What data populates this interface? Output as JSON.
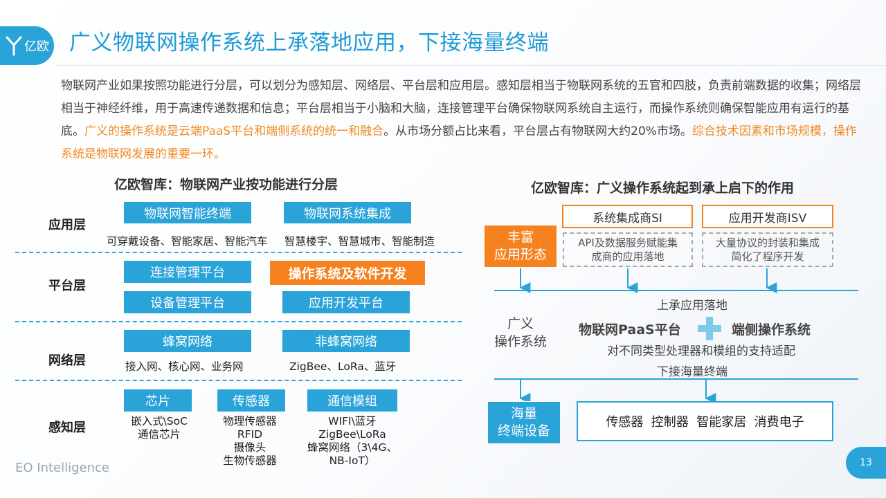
{
  "header": {
    "logo_text": "亿欧",
    "title": "广义物联网操作系统上承落地应用，下接海量终端"
  },
  "intro": {
    "part1": "物联网产业如果按照功能进行分层，可以划分为感知层、网络层、平台层和应用层。感知层相当于物联网系统的五官和四肢，负责前端数据的收集；网络层相当于神经纤维，用于高速传递数据和信息；平台层相当于小脑和大脑，连接管理平台确保物联网系统自主运行，而操作系统则确保智能应用有运行的基底。",
    "highlight1": "广义的操作系统是云端PaaS平台和端侧系统的统一和融合",
    "part2": "。从市场分额占比来看，平台层占有物联网大约20%市场。",
    "highlight2": "综合技术因素和市场规模，操作系统是物联网发展的重要一环。"
  },
  "left_diagram": {
    "title": "亿欧智库：物联网产业按功能进行分层",
    "layers": {
      "app": {
        "label": "应用层",
        "box1": "物联网智能终端",
        "box2": "物联网系统集成",
        "sub1": "可穿戴设备、智能家居、智能汽车",
        "sub2": "智慧楼宇、智慧城市、智能制造"
      },
      "platform": {
        "label": "平台层",
        "box1": "连接管理平台",
        "box2": "操作系统及软件开发",
        "box3": "设备管理平台",
        "box4": "应用开发平台"
      },
      "network": {
        "label": "网络层",
        "box1": "蜂窝网络",
        "box2": "非蜂窝网络",
        "sub1": "接入网、核心网、业务网",
        "sub2": "ZigBee、LoRa、蓝牙"
      },
      "perception": {
        "label": "感知层",
        "box1": "芯片",
        "box2": "传感器",
        "box3": "通信模组",
        "sub1": [
          "嵌入式\\SoC",
          "通信芯片"
        ],
        "sub2": [
          "物理传感器",
          "RFID",
          "摄像头",
          "生物传感器"
        ],
        "sub3": [
          "WIFI\\蓝牙",
          "ZigBee\\LoRa",
          "蜂窝网络（3\\4G、",
          "NB-IoT）"
        ]
      }
    }
  },
  "right_diagram": {
    "title": "亿欧智库：广义操作系统起到承上启下的作用",
    "rich_apps": [
      "丰富",
      "应用形态"
    ],
    "si_box": "系统集成商SI",
    "isv_box": "应用开发商ISV",
    "si_desc": [
      "API及数据服务赋能集",
      "成商的应用落地"
    ],
    "isv_desc": [
      "大量协议的封装和集成",
      "简化了程序开发"
    ],
    "upper_label": "上承应用落地",
    "os_label": [
      "广义",
      "操作系统"
    ],
    "paas": "物联网PaaS平台",
    "edge_os": "端侧操作系统",
    "support": "对不同类型处理器和模组的支持适配",
    "lower_label": "下接海量终端",
    "mass_devices": [
      "海量",
      "终端设备"
    ],
    "devices_list": "传感器  控制器  智能家居  消费电子"
  },
  "footer": {
    "brand": "EO Intelligence",
    "page": "13"
  },
  "colors": {
    "brand_blue": "#29a3d8",
    "accent_orange": "#f5821f",
    "title_blue": "#1e9ad6"
  }
}
